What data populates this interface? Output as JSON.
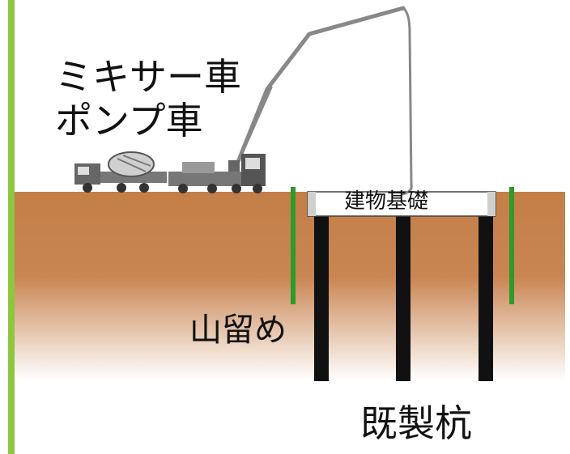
{
  "labels": {
    "mixer_truck": "ミキサー車",
    "pump_truck": "ポンプ車",
    "building_foundation": "建物基礎",
    "earth_retaining": "山留め",
    "piles": "既製杭"
  },
  "colors": {
    "accent_bar": "#8dc63f",
    "soil": "#c47f48",
    "retaining_wall": "#2e9a2a",
    "pile": "#111111",
    "foundation_fill": "#ffffff",
    "foundation_border": "#444444",
    "truck": "#555555",
    "boom": "#888888"
  }
}
